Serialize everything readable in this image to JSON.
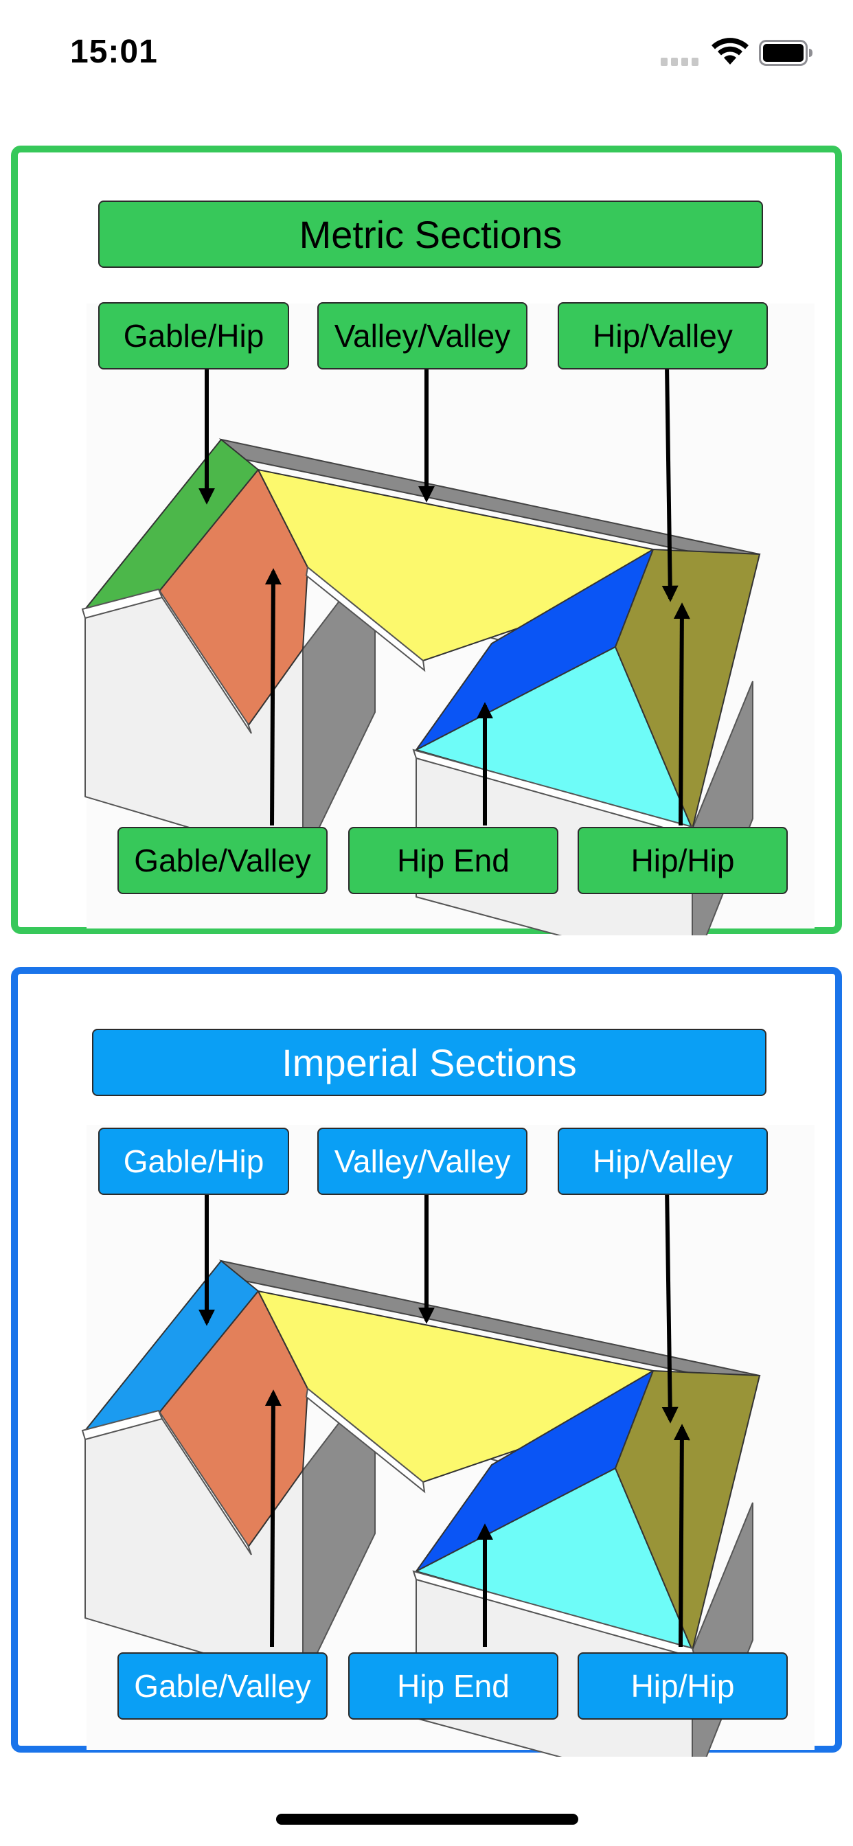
{
  "status_bar": {
    "time": "15:01"
  },
  "colors": {
    "metric_accent": "#37c85a",
    "imperial_accent": "#0a9ff5",
    "imperial_border": "#1a74ea",
    "roof_orange": "#e3805a",
    "roof_yellow": "#fcf96d",
    "roof_blue": "#0a55f5",
    "roof_cyan": "#6efcf8",
    "roof_olive": "#999438",
    "roof_green": "#4cb74a",
    "roof_imperial_side": "#1b9bf0"
  },
  "metric": {
    "title": "Metric Sections",
    "labels": {
      "gable_hip": "Gable/Hip",
      "valley_valley": "Valley/Valley",
      "hip_valley": "Hip/Valley",
      "gable_valley": "Gable/Valley",
      "hip_end": "Hip End",
      "hip_hip": "Hip/Hip"
    }
  },
  "imperial": {
    "title": "Imperial Sections",
    "labels": {
      "gable_hip": "Gable/Hip",
      "valley_valley": "Valley/Valley",
      "hip_valley": "Hip/Valley",
      "gable_valley": "Gable/Valley",
      "hip_end": "Hip End",
      "hip_hip": "Hip/Hip"
    }
  }
}
